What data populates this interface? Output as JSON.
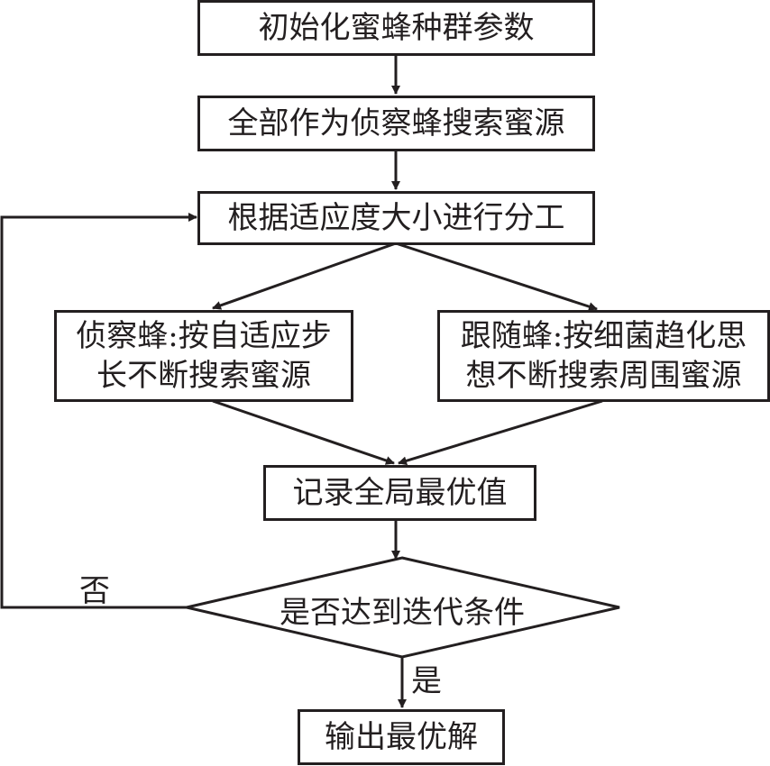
{
  "flowchart": {
    "nodes": {
      "init": "初始化蜜蜂种群参数",
      "scout_all": "全部作为侦察蜂搜索蜜源",
      "divide": "根据适应度大小进行分工",
      "scout": "侦察蜂:按自适应步长不断搜索蜜源",
      "scout_line1": "侦察蜂:按自适应步",
      "scout_line2": "长不断搜索蜜源",
      "follower": "跟随蜂:按细菌趋化思想不断搜索周围蜜源",
      "follower_line1": "跟随蜂:按细菌趋化思",
      "follower_line2": "想不断搜索周围蜜源",
      "record": "记录全局最优值",
      "decision": "是否达到迭代条件",
      "output": "输出最优解"
    },
    "edge_labels": {
      "no": "否",
      "yes": "是"
    },
    "edges": [
      {
        "from": "init",
        "to": "scout_all"
      },
      {
        "from": "scout_all",
        "to": "divide"
      },
      {
        "from": "divide",
        "to": "scout"
      },
      {
        "from": "divide",
        "to": "follower"
      },
      {
        "from": "scout",
        "to": "record"
      },
      {
        "from": "follower",
        "to": "record"
      },
      {
        "from": "record",
        "to": "decision"
      },
      {
        "from": "decision",
        "to": "divide",
        "label": "否"
      },
      {
        "from": "decision",
        "to": "output",
        "label": "是"
      }
    ]
  }
}
